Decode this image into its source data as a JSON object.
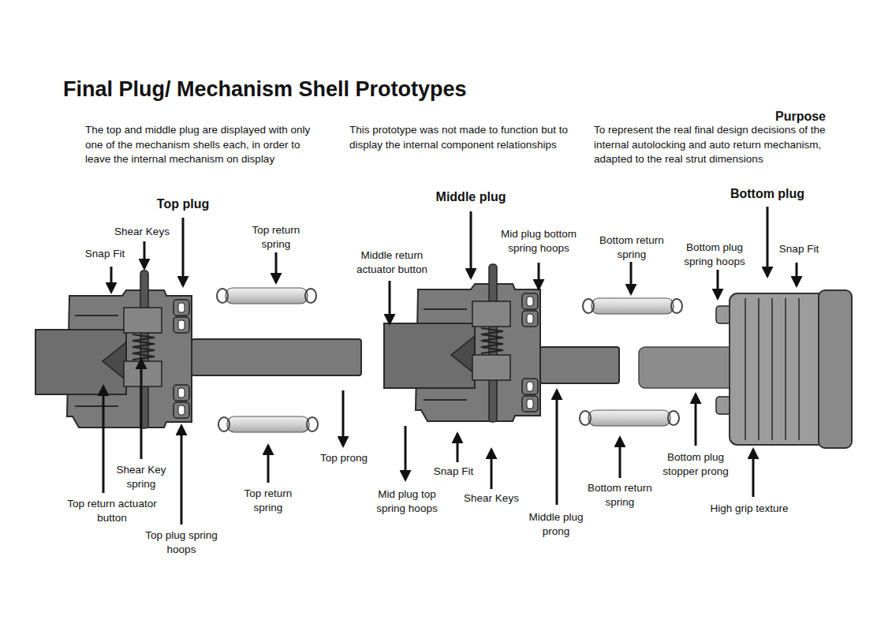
{
  "diagram": {
    "title": "Final Plug/ Mechanism Shell Prototypes",
    "labels": [
      "Purpose",
      "The top and middle plug are displayed with only one of the mechanism shells each, in order to leave the internal mechanism on display",
      "This prototype was not made to function but to display the internal component relationships",
      "To represent the real final design decisions of the internal autolocking and auto return mechanism, adapted to the real strut dimensions",
      "Top plug",
      "Shear Keys",
      "Snap Fit",
      "Top return spring",
      "Shear Key spring",
      "Top return actuator button",
      "Top plug spring hoops",
      "Top return spring",
      "Top prong",
      "Middle plug",
      "Middle return actuator button",
      "Mid plug bottom spring hoops",
      "Mid plug top spring hoops",
      "Snap Fit",
      "Shear Keys",
      "Middle plug prong",
      "Bottom return spring",
      "Bottom return spring",
      "Bottom plug",
      "Bottom plug spring hoops",
      "Snap Fit",
      "Bottom plug stopper prong",
      "High grip texture"
    ]
  }
}
